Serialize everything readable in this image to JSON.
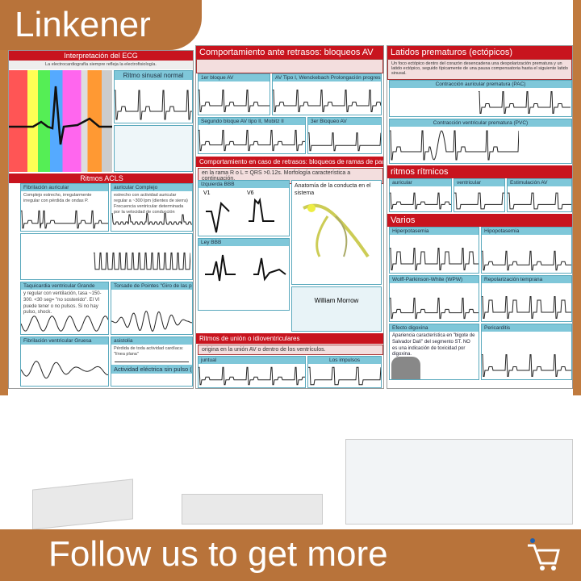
{
  "brand": "Linkener",
  "footer": {
    "text": "Follow  us to get more",
    "icon": "shopping-cart-runner-icon"
  },
  "colors": {
    "brand": "#b8733a",
    "header_red": "#c8141e",
    "section_blue": "#7fc7d9"
  },
  "left": {
    "title": "Interpretación del ECG",
    "subtitle": "La electrocardiografía siempre refleja la electrofisiología.",
    "sinus": "Ritmo sinusal normal",
    "acls": "Ritmos ACLS",
    "af": "Fibrilación auricular",
    "af_text": "Complejo estrecho, irregularmente irregular con pérdida de ondas P.",
    "aflutter": "auricular Complejo",
    "aflutter_text": "estrecho con actividad auricular regular a ~300 lpm (dientes de sierra) Frecuencia ventricular determinada por la velocidad de conducción",
    "vt": "Taquicardia ventricular Grande",
    "vt_text": "y regular con ventilación, tasa ~150-300. <30 seg= \"no sostenido\". El VI puede tener o no pulsos. Si no hay pulso, shock.",
    "torsades": "Torsade de Pointes \"Giro de las puntas\"",
    "vf": "Fibrilación ventricular Gruesa",
    "asystole": "asistolia",
    "asystole_text": "Pérdida de toda actividad cardíaca: \"línea plana\"",
    "pea": "Actividad eléctrica sin pulso (AESP)"
  },
  "middle": {
    "av_title": "Comportamiento ante retrasos: bloqueos AV",
    "first": "1er bloque AV",
    "wenck": "AV Tipo I, Wenckebach Prolongación progresiva",
    "mobitz": "Segundo bloque AV tipo II, Mobitz II",
    "third": "3er Bloqueo AV",
    "bbb_title": "Comportamiento en caso de retrasos: bloqueos de ramas de paquetes",
    "bbb_sub": "en la rama R o L = QRS >0.12s. Morfología característica a continuación.",
    "lbbb": "Izquierda BBB",
    "v1": "V1",
    "v6": "V6",
    "anatomy": "Anatomía de la conducta en el sistema",
    "rbbb": "Ley BBB",
    "morrow": "William Morrow",
    "junct_title": "Ritmos de unión o idioventriculares",
    "junct_sub": "origina en la unión AV o dentro de los ventrículos.",
    "junct": "juntual",
    "impulses": "Los impulsos"
  },
  "right": {
    "ect_title": "Latidos prematuros (ectópicos)",
    "ect_text": "Un foco ectópico dentro del corazón desencadena una despolarización prematura y un latido ectópico, seguido típicamente de una pausa compensatoria hasta el siguiente latido sinusal.",
    "pac": "Contracción auricular prematura (PAC)",
    "pvc": "Contracción ventricular prematura (PVC)",
    "paced": "ritmos rítmicos",
    "atrial": "auricular",
    "ventricular": "ventricular",
    "avpace": "Estimulación AV",
    "misc": "Varios",
    "hyperk": "Hiperpotasemia",
    "hypok": "Hipopotasemia",
    "wpw": "Wolff-Parkinson-White (WPW)",
    "early": "Repolarización temprana",
    "dig": "Efecto digoxina",
    "dig_text": "Apariencia característica en \"bigote de Salvador Dalí\" del segmento ST. NO es una indicación de toxicidad por digoxina.",
    "peri": "Pericarditis"
  }
}
